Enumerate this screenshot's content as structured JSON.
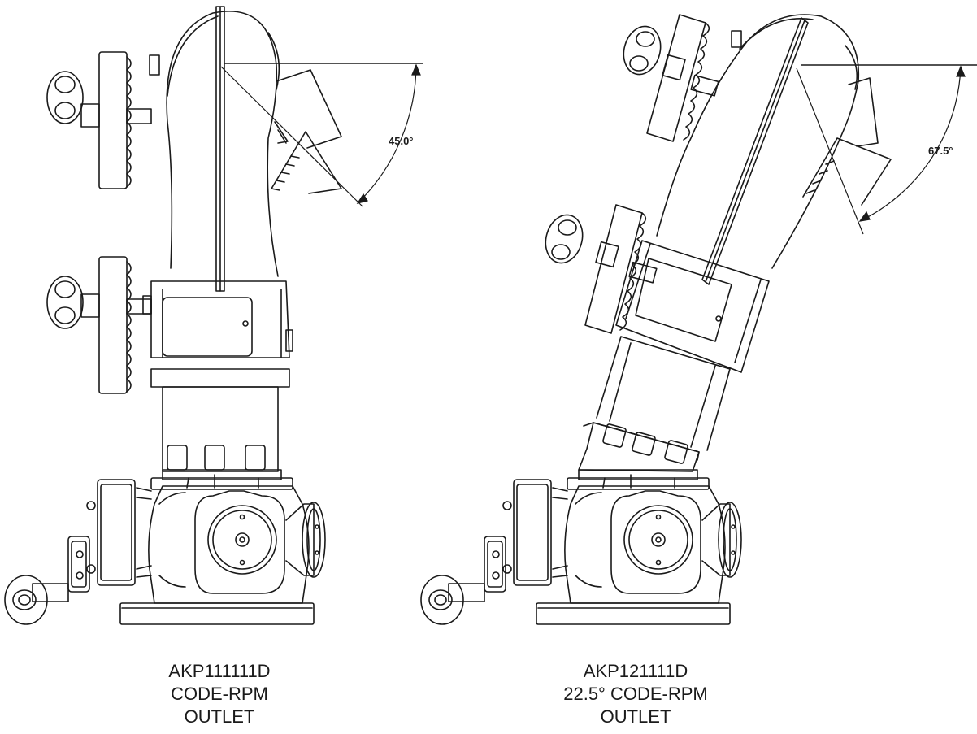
{
  "left_figure": {
    "angle_label": "45.0°",
    "caption": [
      "AKP111111D",
      "CODE-RPM",
      "OUTLET"
    ]
  },
  "right_figure": {
    "angle_label": "67.5°",
    "caption": [
      "AKP121111D",
      "22.5° CODE-RPM",
      "OUTLET"
    ]
  },
  "colors": {
    "stroke": "#1a1a1a",
    "background": "#ffffff"
  }
}
